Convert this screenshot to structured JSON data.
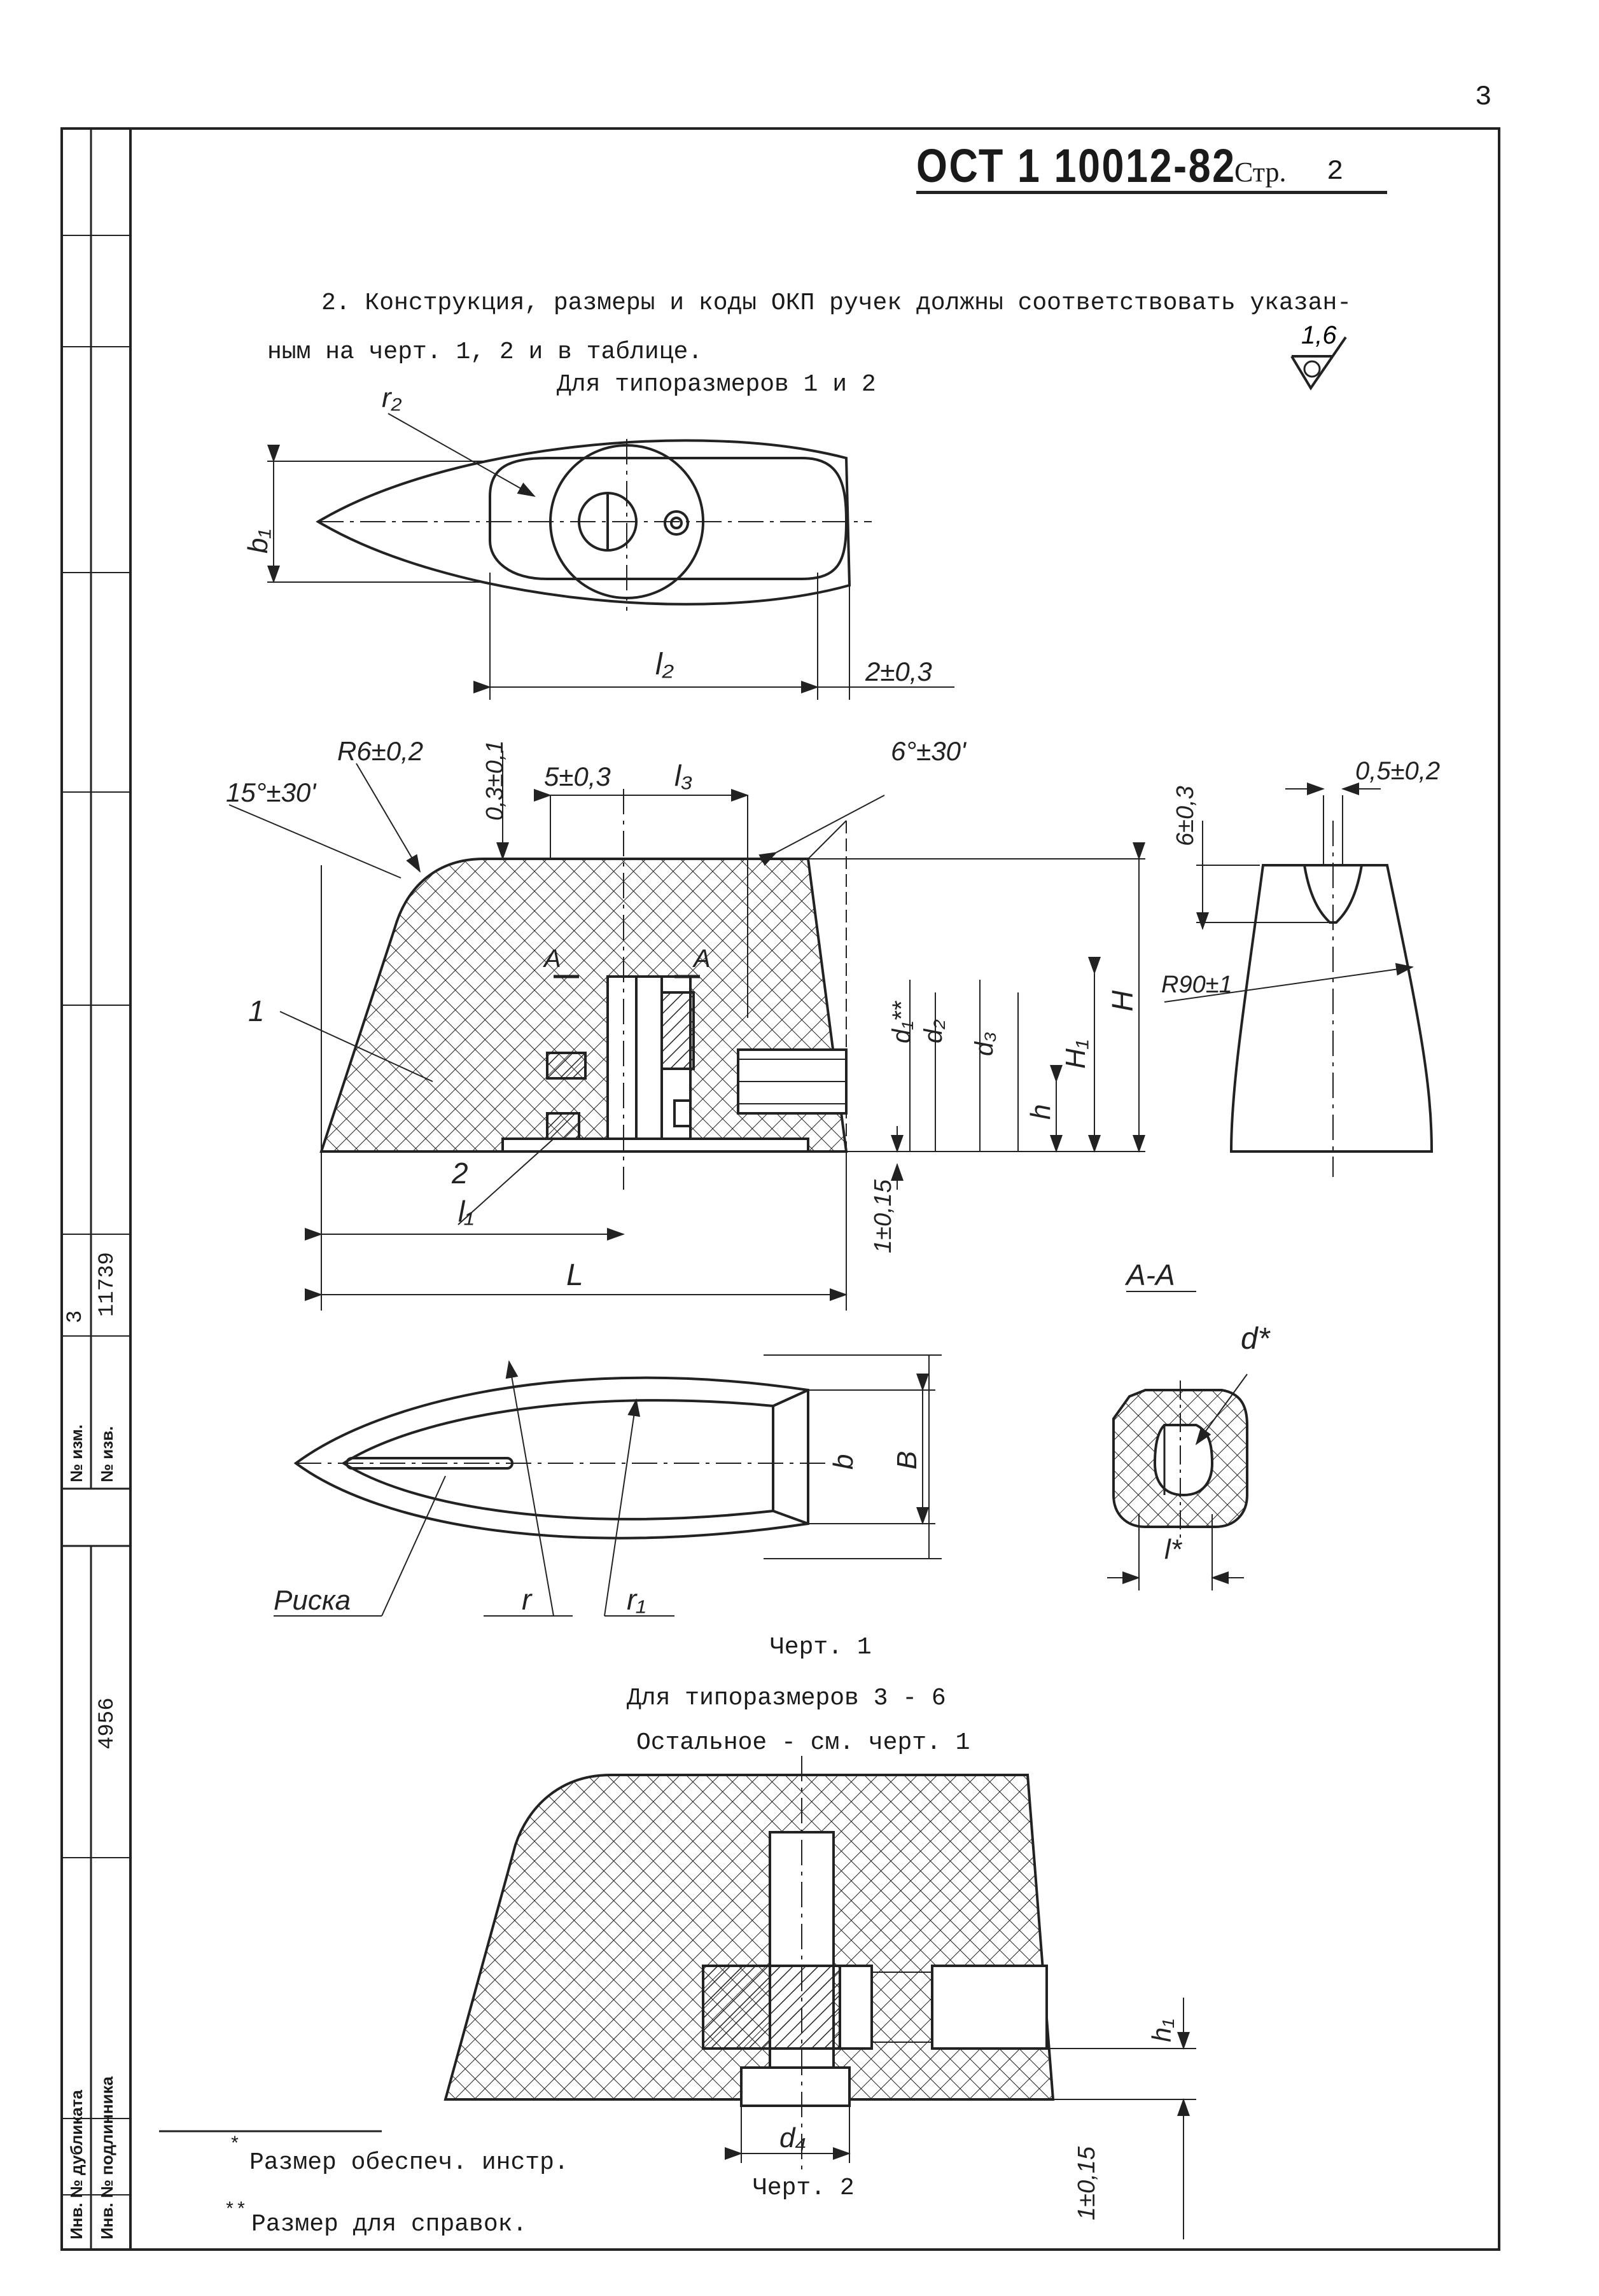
{
  "page_number": "3",
  "header": {
    "doc_number": "ОСТ 1 10012-82",
    "page_label": "Стр.",
    "page_value": "2"
  },
  "body": {
    "para_line1": "2. Конструкция, размеры и коды ОКП ручек должны соответствовать указан-",
    "para_line2": "ным на черт. 1, 2 и в таблице.",
    "subtitle_sizes_1_2": "Для типоразмеров 1 и 2",
    "roughness": "1,6"
  },
  "captions": {
    "fig1": "Черт. 1",
    "sizes_3_6": "Для типоразмеров 3 - 6",
    "rest": "Остальное - см. черт. 1",
    "fig2": "Черт. 2"
  },
  "footnotes": {
    "note1_mark": "*",
    "note1": "Размер обеспеч. инстр.",
    "note2_mark": "**",
    "note2": "Размер для справок."
  },
  "margin_stamp": {
    "change_label": "№ изм.",
    "change_value": "3",
    "notice_label": "№ изв.",
    "notice_value": "11739",
    "dup_inv_label": "Инв. № дубликата",
    "orig_inv_label": "Инв. № подлинника",
    "orig_inv_value": "4956"
  },
  "drawing_labels": {
    "r2": "r₂",
    "b1": "b₁",
    "l2": "l₂",
    "gap": "2±0,3",
    "r6": "R6±0,2",
    "a15": "15°±30'",
    "t03": "0,3±0,1",
    "d5": "5±0,3",
    "l3": "l₃",
    "a6": "6°±30'",
    "s6": "6±0,3",
    "s05": "0,5±0,2",
    "r90": "R90±1",
    "H": "H",
    "H1": "H₁",
    "h": "h",
    "d1": "d₁**",
    "d2": "d₂",
    "d3": "d₃",
    "A1": "A",
    "A2": "A",
    "p1": "1",
    "p2": "2",
    "l1": "l₁",
    "L": "L",
    "t015": "1±0,15",
    "AA": "A-A",
    "dstar": "d*",
    "lstar": "l*",
    "b": "b",
    "B": "B",
    "riska": "Риска",
    "r": "r",
    "r1": "r₁",
    "h1": "h₁",
    "d4": "d₄",
    "t015b": "1±0,15"
  }
}
